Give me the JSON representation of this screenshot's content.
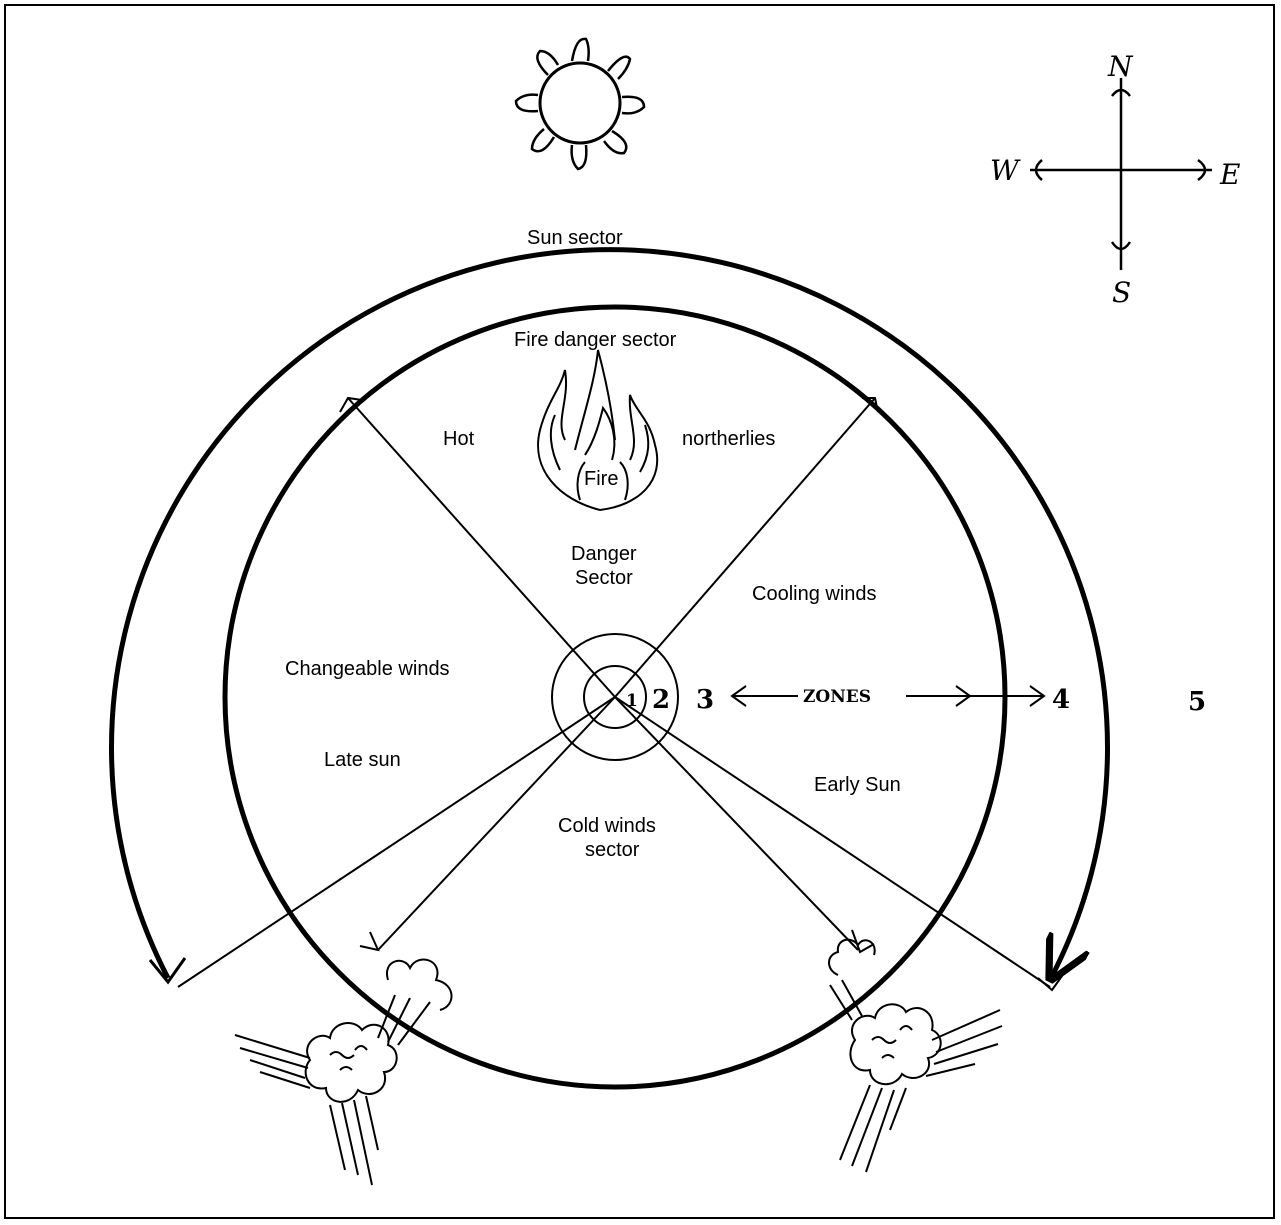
{
  "labels": {
    "sun_sector": "Sun sector",
    "fire_danger_sector": "Fire danger sector",
    "hot": "Hot",
    "northerlies": "northerlies",
    "fire": "Fire",
    "danger": "Danger",
    "sector": "Sector",
    "cooling_winds": "Cooling winds",
    "changeable_winds": "Changeable winds",
    "late_sun": "Late sun",
    "early_sun": "Early Sun",
    "cold_winds": "Cold winds",
    "cold_winds_sector": "sector"
  },
  "zones": {
    "z1": "1",
    "z2": "2",
    "z3": "3",
    "z4": "4",
    "z5": "5",
    "label": "ZONES"
  },
  "compass": {
    "n": "N",
    "s": "S",
    "e": "E",
    "w": "W"
  },
  "icons": [
    "sun-icon",
    "fire-icon",
    "wind-cloud-icon",
    "compass-icon"
  ],
  "colors": {
    "ink": "#000000",
    "paper": "#ffffff"
  }
}
